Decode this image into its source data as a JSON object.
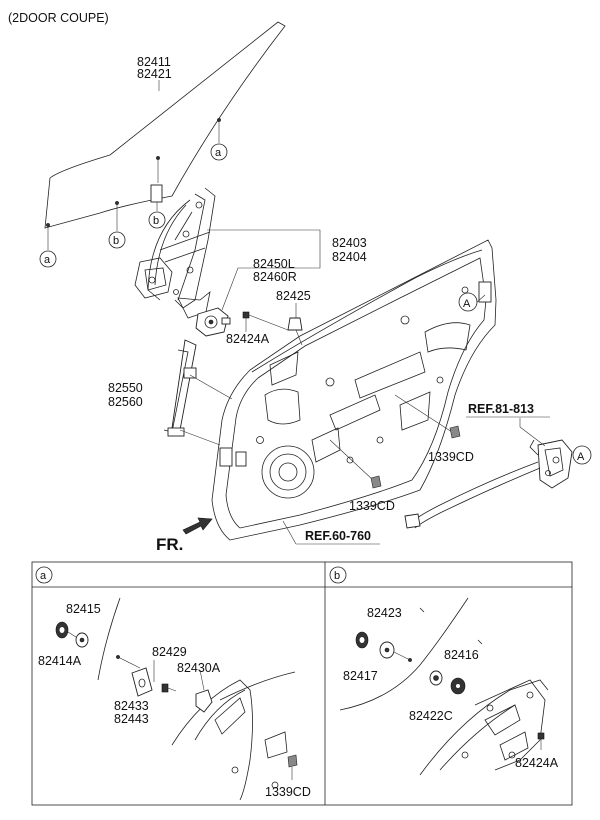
{
  "variant_label": "(2DOOR COUPE)",
  "parts": {
    "glass": [
      "82411",
      "82421"
    ],
    "regulator": [
      "82403",
      "82404"
    ],
    "motor": [
      "82450L",
      "82460R"
    ],
    "clip_upper": "82425",
    "bolt_a": "82424A",
    "channel": [
      "82550",
      "82560"
    ],
    "nut_right": "1339CD",
    "nut_lower": "1339CD"
  },
  "refs": {
    "latch": "REF.81-813",
    "panel": "REF.60-760"
  },
  "direction_label": "FR.",
  "callouts": {
    "a": "a",
    "b": "b",
    "A": "A"
  },
  "detail_a": {
    "header": "a",
    "labels": {
      "p1": "82415",
      "p2": "82414A",
      "p3": "82429",
      "p4": "82430A",
      "p5": [
        "82433",
        "82443"
      ],
      "p6": "1339CD"
    }
  },
  "detail_b": {
    "header": "b",
    "labels": {
      "p1": "82423",
      "p2": "82417",
      "p3": "82416",
      "p4": "82422C",
      "p5": "82424A"
    }
  }
}
